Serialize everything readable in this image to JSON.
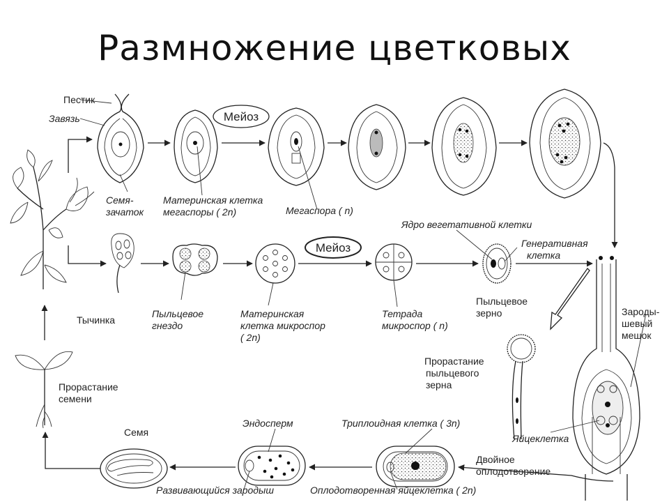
{
  "title": "Размножение цветковых",
  "meiosis": "Мейоз",
  "labels": {
    "pistil": "Пестик",
    "ovary": "Завязь",
    "ovule_1": "Семя-",
    "ovule_2": "зачаток",
    "megaspore_mother_1": "Материнская клетка",
    "megaspore_mother_2": "мегаспоры ( 2n)",
    "megaspore": "Мегаспора ( n)",
    "stamen": "Тычинка",
    "pollen_sac_1": "Пыльцевое",
    "pollen_sac_2": "гнездо",
    "microspore_mother_1": "Материнская",
    "microspore_mother_2": "клетка микроспор",
    "microspore_mother_3": "( 2n)",
    "tetrad_1": "Тетрада",
    "tetrad_2": "микроспор ( n)",
    "veg_nucleus": "Ядро вегетативной клетки",
    "generative_1": "Генеративная",
    "generative_2": "клетка",
    "pollen_grain_1": "Пыльцевое",
    "pollen_grain_2": "зерно",
    "embryo_sac_1": "Зароды-",
    "embryo_sac_2": "шевый",
    "embryo_sac_3": "мешок",
    "germ_pollen_1": "Прорастание",
    "germ_pollen_2": "пыльцевого",
    "germ_pollen_3": "зерна",
    "egg": "Яйцеклетка",
    "double_fert_1": "Двойное",
    "double_fert_2": "оплодотворение",
    "triploid": "Триплоидная клетка ( 3n)",
    "fert_egg": "Оплодотворенная яйцеклетка ( 2n)",
    "endosperm": "Эндосперм",
    "dev_embryo": "Развивающийся зародыш",
    "seed": "Семя",
    "seed_germ_1": "Прорастание",
    "seed_germ_2": "семени"
  }
}
